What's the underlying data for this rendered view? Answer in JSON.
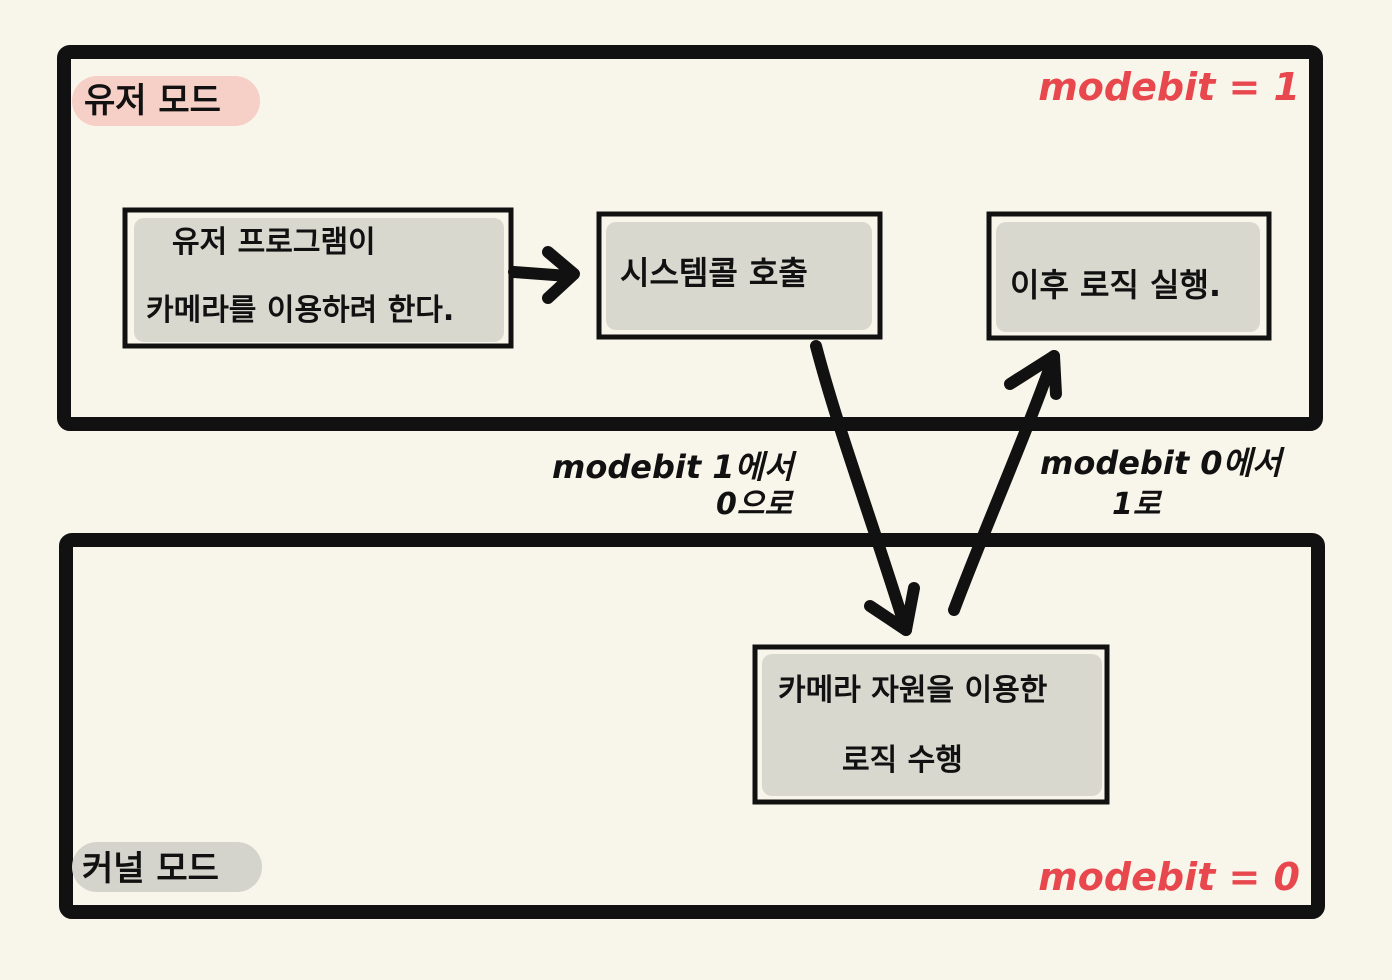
{
  "user_mode": {
    "label": "유저 모드",
    "modebit": "modebit = 1",
    "label_highlight": "#f6cfc7"
  },
  "kernel_mode": {
    "label": "커널 모드",
    "modebit": "modebit = 0",
    "label_highlight": "#d4d4cc"
  },
  "boxes": {
    "user_program": {
      "line1": "유저 프로그램이",
      "line2": "카메라를 이용하려 한다."
    },
    "system_call": {
      "line1": "시스템콜 호출"
    },
    "after_logic": {
      "line1": "이후 로직 실행."
    },
    "kernel_logic": {
      "line1": "카메라 자원을 이용한",
      "line2": "로직 수행"
    }
  },
  "transitions": {
    "to_kernel": {
      "line1": "modebit 1에서",
      "line2": "0으로"
    },
    "to_user": {
      "line1": "modebit 0에서",
      "line2": "1로"
    }
  },
  "colors": {
    "background": "#f8f5ea",
    "ink": "#111111",
    "accent_red": "#e8484d",
    "box_fill": "#d8d8cf"
  }
}
